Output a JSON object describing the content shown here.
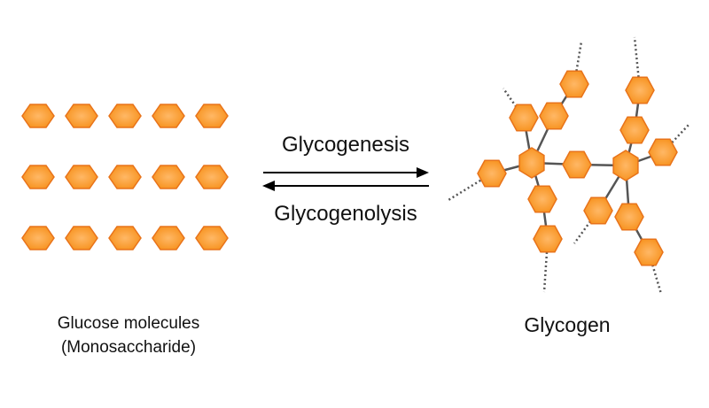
{
  "reaction": {
    "forward_label": "Glycogenesis",
    "reverse_label": "Glycogenolysis"
  },
  "left": {
    "label_line1": "Glucose molecules",
    "label_line2": "(Monosaccharide)",
    "glucose_grid": {
      "rows": 3,
      "columns": 5
    }
  },
  "right": {
    "label": "Glycogen"
  },
  "colors": {
    "hexagon_fill_center": "#ffb866",
    "hexagon_fill_edge": "#f7921e",
    "hexagon_stroke": "#e8731a",
    "bond": "#555555",
    "arrow": "#000000",
    "text": "#111111"
  }
}
